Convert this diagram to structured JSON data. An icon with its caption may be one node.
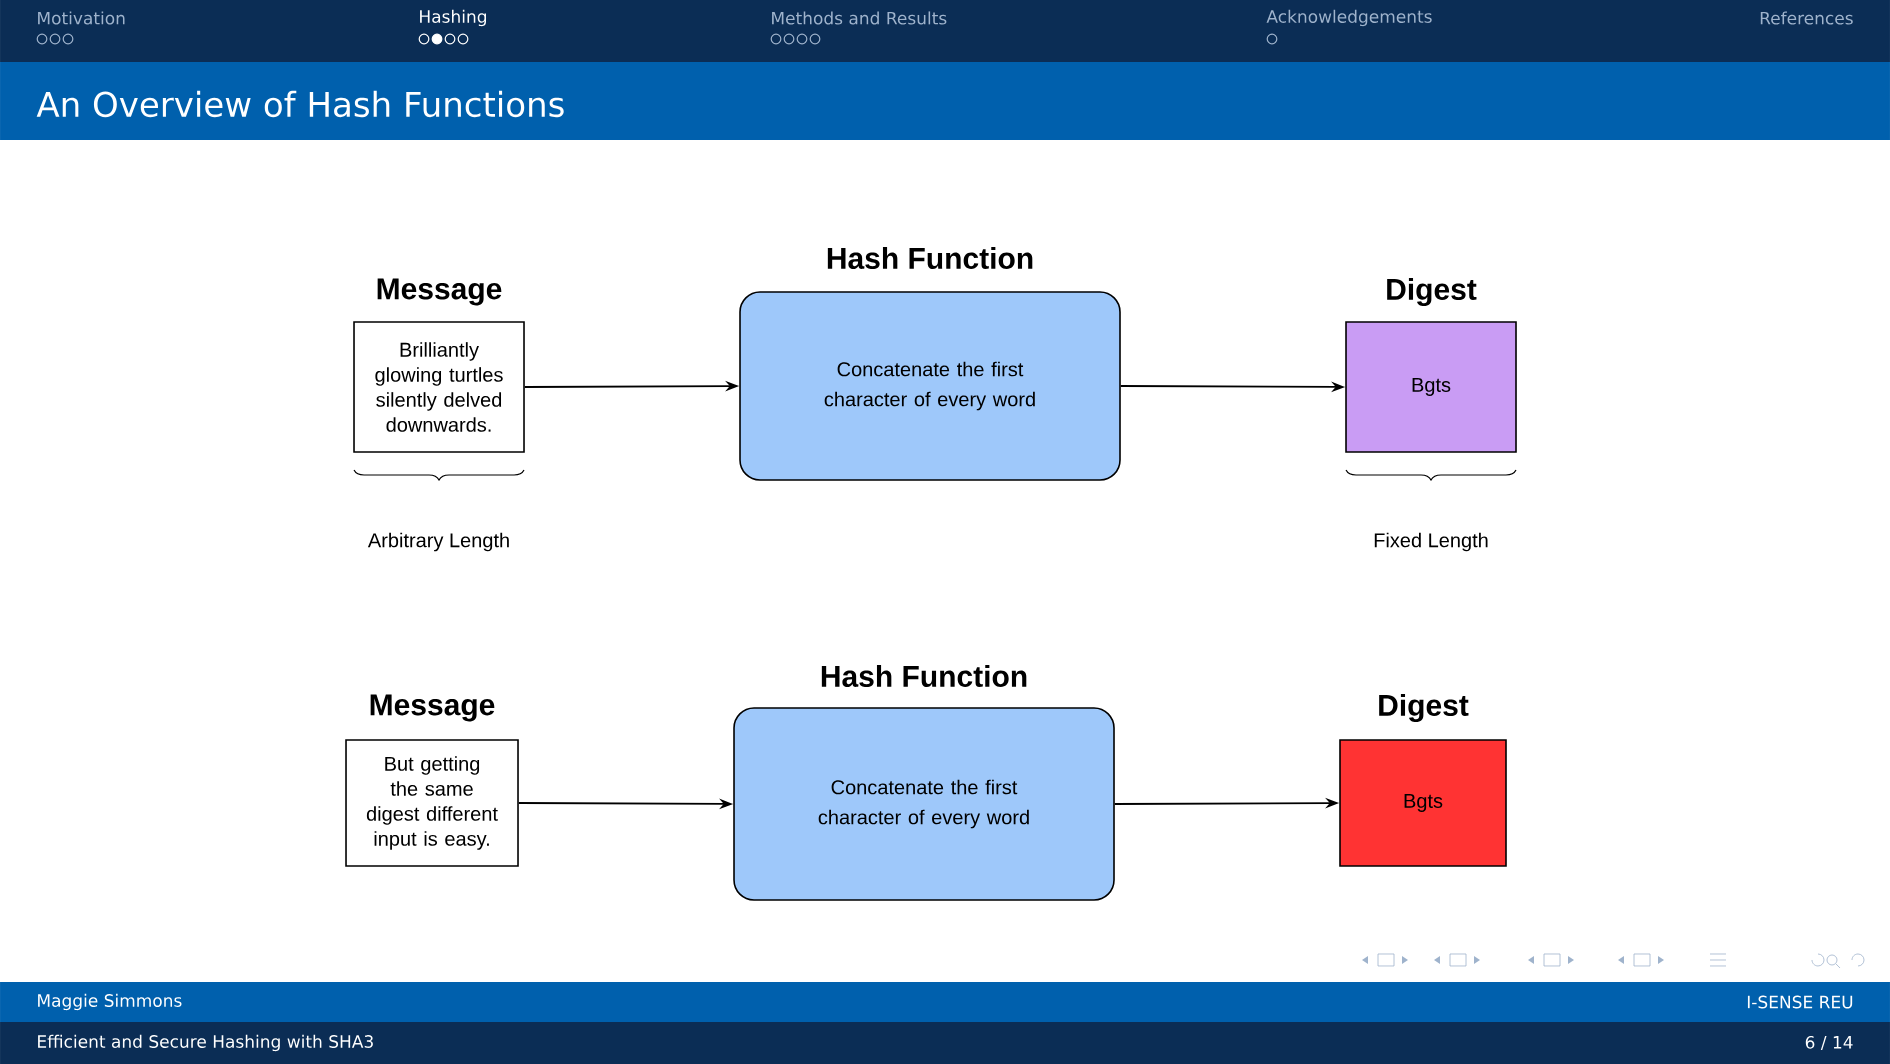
{
  "diagram": {
    "title": "An Overview of Hash Functions",
    "nodes": [
      {
        "text": [
          "Message",
          "Brilliantly glowing turtles silently delved downwards."
        ]
      },
      {
        "text": [
          "Hash Function",
          "Concatenate the first character of every word"
        ]
      },
      {
        "text": [
          "Digest",
          "Bgts"
        ]
      },
      {
        "text": [
          "Message",
          "But getting the same digest different input is easy."
        ]
      },
      {
        "text": [
          "Hash Function",
          "Concatenate the first character of every word"
        ]
      },
      {
        "text": [
          "Digest",
          "Bgts"
        ]
      }
    ],
    "edges": [
      {
        "from": 0,
        "to": 1,
        "arrow": "to"
      },
      {
        "from": 1,
        "to": 2,
        "arrow": "to"
      },
      {
        "from": 3,
        "to": 4,
        "arrow": "to"
      },
      {
        "from": 4,
        "to": 5,
        "arrow": "to"
      }
    ],
    "labels": [
      "Motivation",
      "Hashing",
      "Methods and Results",
      "Acknowledgements",
      "References",
      "Arbitrary Length",
      "Fixed Length",
      "Maggie Simmons",
      "I-SENSE REU",
      "Efficient and Secure Hashing with SHA3",
      "6 / 14"
    ]
  }
}
